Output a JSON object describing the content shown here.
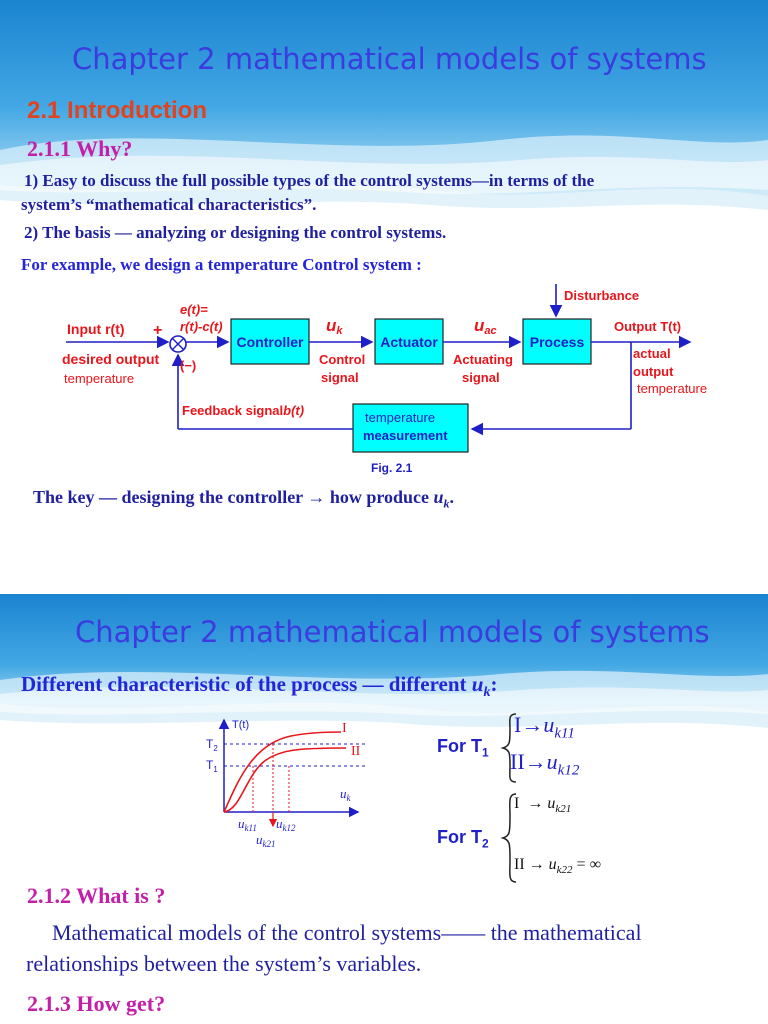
{
  "slide1": {
    "title": "Chapter 2  mathematical models of systems",
    "section": "2.1  Introduction",
    "subsection": "2.1.1  Why?",
    "points": [
      "1)  Easy to discuss the full possible types of the control systems—in terms of the",
      "system’s “mathematical characteristics”.",
      "2) The basis — analyzing or designing the control systems."
    ],
    "example": "For example, we design a temperature Control system :",
    "diagram": {
      "input": "Input r(t)",
      "plus": "+",
      "minus": "(−)",
      "error_1": "e(t)=",
      "error_2": "r(t)-c(t)",
      "desired_1": "desired output",
      "desired_2": "temperature",
      "controller": "Controller",
      "uk_main": "u",
      "uk_sub": "k",
      "control_1": "Control",
      "control_2": "signal",
      "actuator": "Actuator",
      "uac_main": "u",
      "uac_sub": "ac",
      "actuating_1": "Actuating",
      "actuating_2": "signal",
      "process": "Process",
      "disturbance": "Disturbance",
      "output": "Output T(t)",
      "actual_1": "actual",
      "actual_2": "output",
      "actual_3": "temperature",
      "feedback_text": "Feedback signal",
      "feedback_b": "b(t)",
      "measure_1": "temperature",
      "measure_2": "measurement",
      "fig": "Fig. 2.1"
    },
    "key_text": "The key — designing the controller → how produce ",
    "key_u": "u",
    "key_sub": "k",
    "key_end": "."
  },
  "slide2": {
    "title": "Chapter 2  mathematical models of systems",
    "diff_text": "Different characteristic of the process — different ",
    "diff_u": "u",
    "diff_sub": "k",
    "diff_end": ":",
    "graph": {
      "ylabel": "T(t)",
      "t2_main": "T",
      "t2_sub": "2",
      "t1_main": "T",
      "t1_sub": "1",
      "curve1": "I",
      "curve2": "II",
      "xlabel_main": "u",
      "xlabel_sub": "k",
      "uk11_main": "u",
      "uk11_sub": "k11",
      "uk12_main": "u",
      "uk12_sub": "k12",
      "uk21_main": "u",
      "uk21_sub": "k21"
    },
    "for_t1_main": "For T",
    "for_t1_sub": "1",
    "t1_line1_num": "I",
    "t1_line1_u": "u",
    "t1_line1_sub": "k11",
    "t1_line2_num": "II",
    "t1_line2_u": "u",
    "t1_line2_sub": "k12",
    "for_t2_main": "For T",
    "for_t2_sub": "2",
    "t2_line1_num": "I",
    "t2_line1_u": "u",
    "t2_line1_sub": "k21",
    "t2_line2_num": "II",
    "t2_line2_u": "u",
    "t2_line2_sub": "k22",
    "t2_line2_end": "= ∞",
    "arrow": "→",
    "what_heading": "2.1.2  What is ?",
    "what_line1": "Mathematical models of the control systems—— the mathematical",
    "what_line2": "relationships between the system’s variables.",
    "how_heading": "2.1.3  How get?"
  },
  "colors": {
    "title": "#3b3bdf",
    "section": "#e0431f",
    "purple": "#c41fa8",
    "navy": "#1f1fa0",
    "red": "#e8151b",
    "box": "#00ffff",
    "wave": "#2a8fd6"
  }
}
